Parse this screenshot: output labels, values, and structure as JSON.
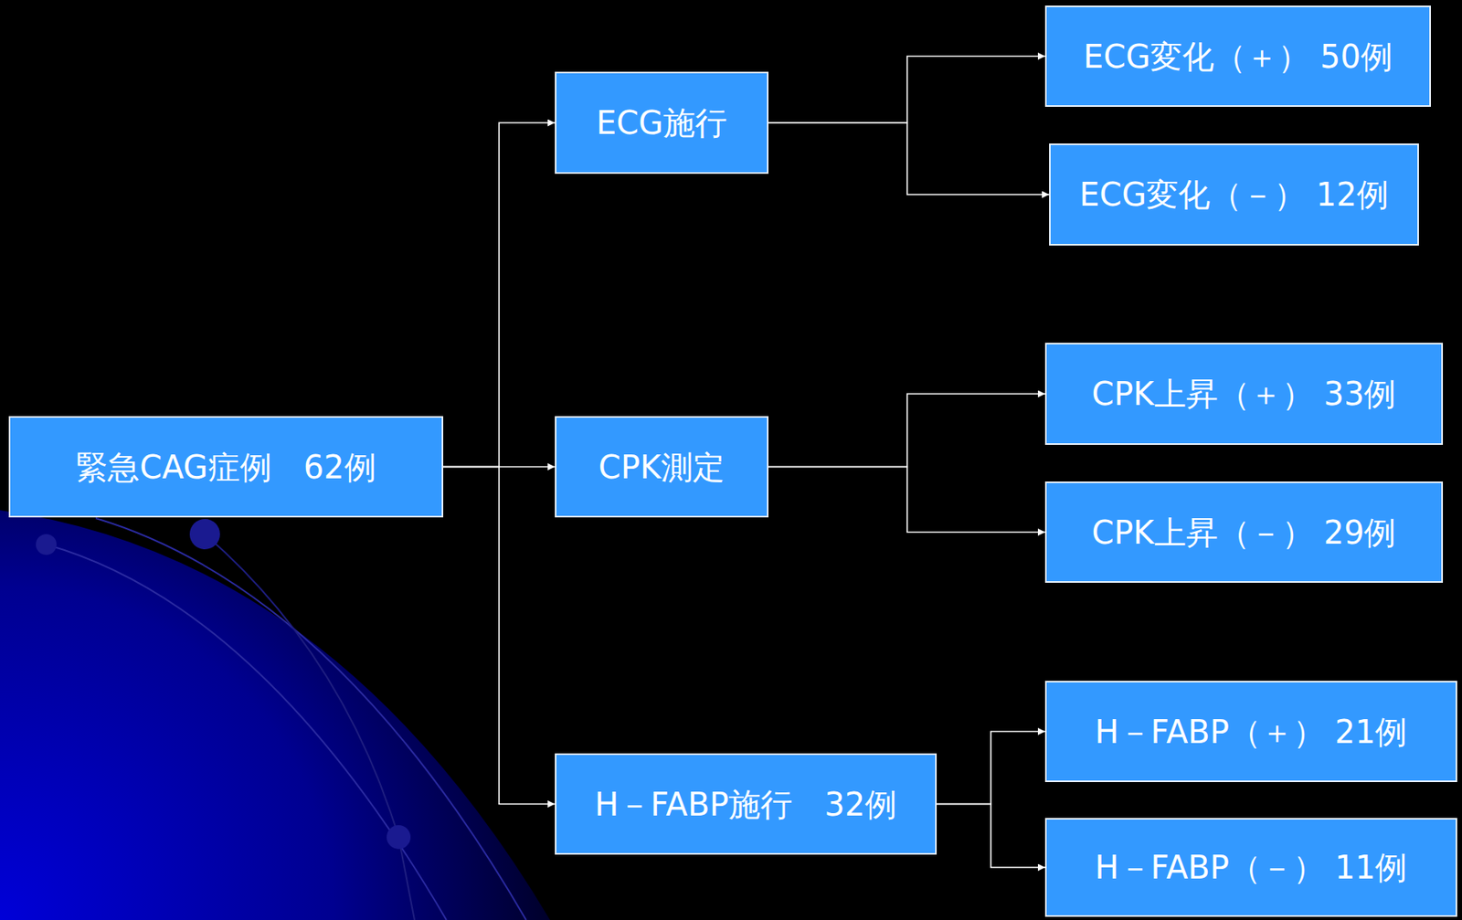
{
  "diagram": {
    "nodes": [
      {
        "text": [
          "緊急CAG症例　62例"
        ]
      },
      {
        "text": [
          "ECG施行"
        ]
      },
      {
        "text": [
          "CPK測定"
        ]
      },
      {
        "text": [
          "H－FABP施行　32例"
        ]
      },
      {
        "text": [
          "ECG変化（＋） 50例"
        ]
      },
      {
        "text": [
          "ECG変化（－） 12例"
        ]
      },
      {
        "text": [
          "CPK上昇（＋） 33例"
        ]
      },
      {
        "text": [
          "CPK上昇（－） 29例"
        ]
      },
      {
        "text": [
          "H－FABP（＋） 21例"
        ]
      },
      {
        "text": [
          "H－FABP（－） 11例"
        ]
      }
    ],
    "edges": [
      {
        "from": 0,
        "to": 1,
        "arrow": "to"
      },
      {
        "from": 0,
        "to": 2,
        "arrow": "to"
      },
      {
        "from": 0,
        "to": 3,
        "arrow": "to"
      },
      {
        "from": 1,
        "to": 4,
        "arrow": "to"
      },
      {
        "from": 1,
        "to": 5,
        "arrow": "to"
      },
      {
        "from": 2,
        "to": 6,
        "arrow": "to"
      },
      {
        "from": 2,
        "to": 7,
        "arrow": "to"
      },
      {
        "from": 3,
        "to": 8,
        "arrow": "to"
      },
      {
        "from": 3,
        "to": 9,
        "arrow": "to"
      }
    ]
  }
}
